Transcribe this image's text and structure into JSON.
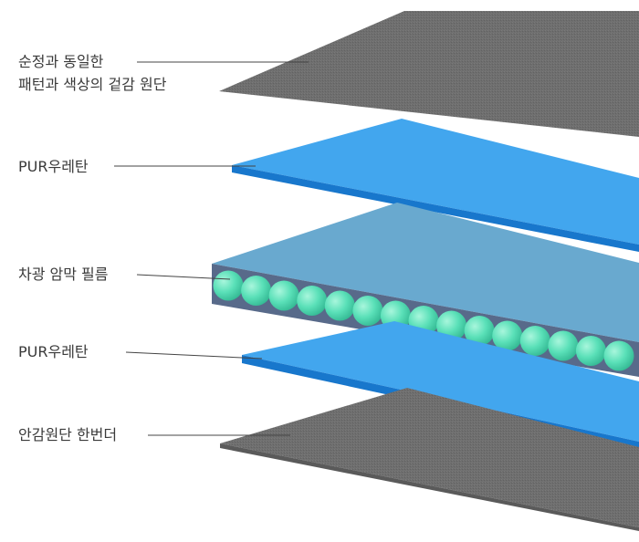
{
  "colors": {
    "fabric": "#6e6e6e",
    "pur_top": "#42a6ee",
    "pur_edge": "#1877cc",
    "film_top": "#69a9cf",
    "film_edge": "#586a8a",
    "bead": "#5ae0b8"
  },
  "labels": {
    "outer_line1": "순정과 동일한",
    "outer_line2": "패턴과 색상의 겉감 원단",
    "pur_upper": "PUR우레탄",
    "film": "차광 암막 필름",
    "pur_lower": "PUR우레탄",
    "lining": "안감원단 한번더"
  }
}
